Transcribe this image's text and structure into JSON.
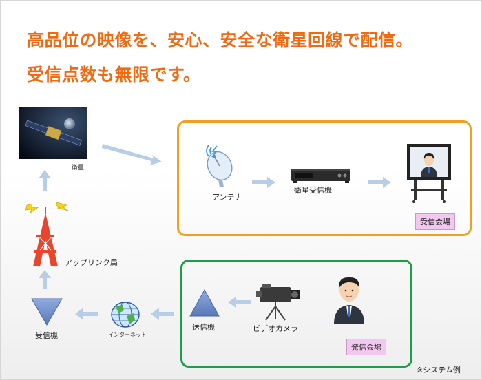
{
  "headline": {
    "line1": "高品位の映像を、安心、安全な衛星回線で配信。",
    "line2": "受信点数も無限です。"
  },
  "labels": {
    "satellite": "衛星",
    "uplink_station": "アップリンク局",
    "receiver_left": "受信機",
    "internet": "インターネット",
    "transmitter": "送信機",
    "video_camera": "ビデオカメラ",
    "sending_venue": "発信会場",
    "antenna": "アンテナ",
    "satellite_receiver": "衛星受信機",
    "receiving_venue": "受信会場",
    "system_example": "※システム例"
  },
  "colors": {
    "headline": "#f06a10",
    "arrow": "#b8cde6",
    "receive_box_border": "#f0a020",
    "send_box_border": "#1aa04a",
    "venue_tag": "#f2c8f0",
    "tower": "#e8452c",
    "triangle": "#6e8fcc"
  }
}
